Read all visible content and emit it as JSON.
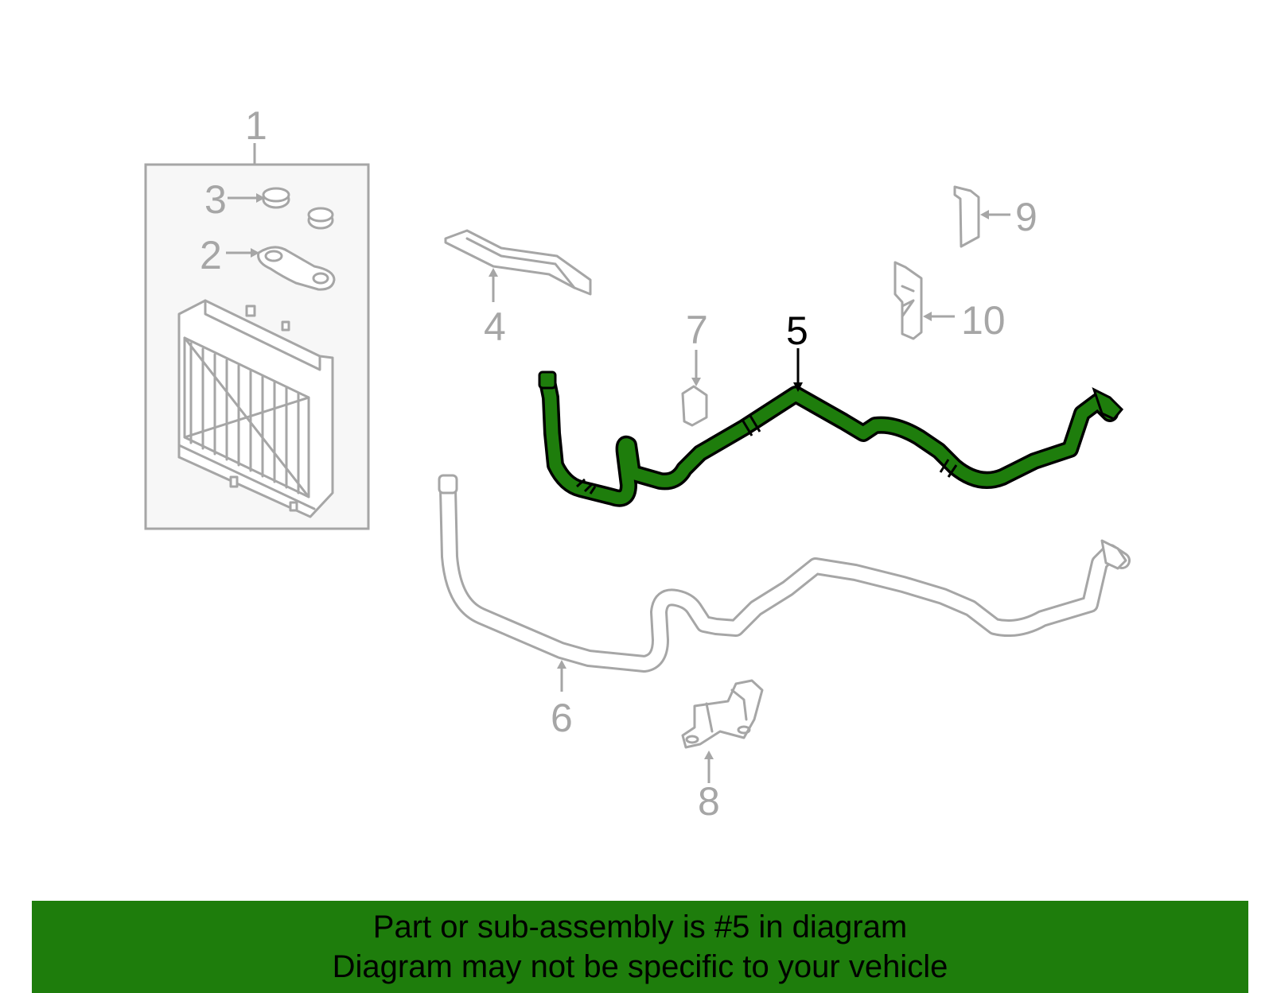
{
  "callouts": {
    "c1": "1",
    "c2": "2",
    "c3": "3",
    "c4": "4",
    "c5": "5",
    "c6": "6",
    "c7": "7",
    "c8": "8",
    "c9": "9",
    "c10": "10"
  },
  "highlighted_callout": "5",
  "colors": {
    "highlight": "#1e7d0c",
    "part_gray": "#a6a6a6",
    "banner_bg": "#1e7d0c"
  },
  "banner": {
    "line1": "Part or sub-assembly is #5 in diagram",
    "line2": "Diagram may not be specific to your vehicle"
  }
}
